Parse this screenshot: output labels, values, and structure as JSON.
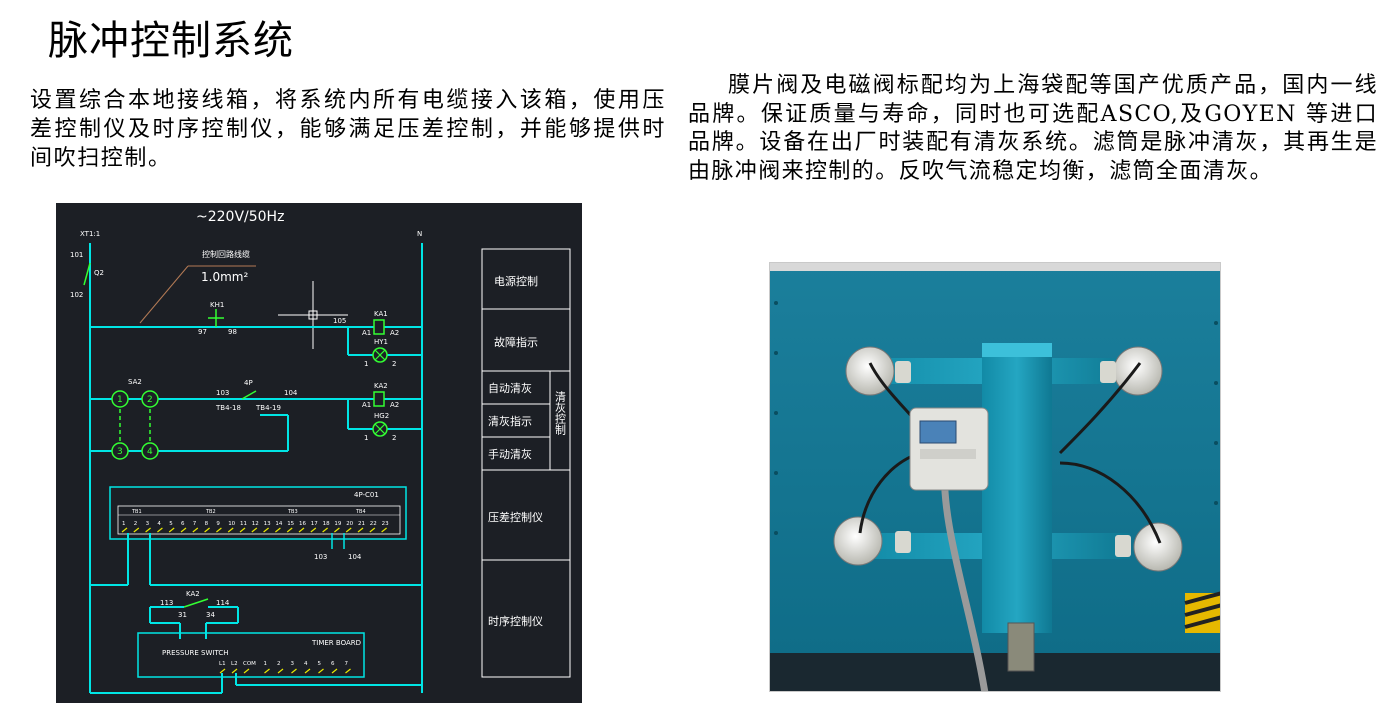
{
  "title": "脉冲控制系统",
  "left_paragraph": "设置综合本地接线箱，将系统内所有电缆接入该箱，使用压差控制仪及时序控制仪，能够满足压差控制，并能够提供时间吹扫控制。",
  "right_paragraph": "膜片阀及电磁阀标配均为上海袋配等国产优质产品，国内一线品牌。保证质量与寿命，同时也可选配ASCO,及GOYEN 等进口品牌。设备在出厂时装配有清灰系统。滤筒是脉冲清灰，其再生是由脉冲阀来控制的。反吹气流稳定均衡，滤筒全面清灰。",
  "diagram": {
    "supply": "~220V/50Hz",
    "xt": "XT1:1",
    "n": "N",
    "l101": "101",
    "l102": "102",
    "q2": "Q2",
    "cable_note": "控制回路线缆",
    "cable_size": "1.0mm²",
    "kh1": "KH1",
    "t97": "97",
    "t98": "98",
    "l105": "105",
    "ka1": "KA1",
    "a1": "A1",
    "a2": "A2",
    "hy1": "HY1",
    "one": "1",
    "two": "2",
    "sa2": "SA2",
    "sw1": "1",
    "sw2": "2",
    "sw3": "3",
    "sw4": "4",
    "l103": "103",
    "p4": "4P",
    "l104": "104",
    "tb418": "TB4-18",
    "tb419": "TB4-19",
    "ka2": "KA2",
    "hg2": "HG2",
    "dev4p": "4P-C01",
    "tb1": "TB1",
    "tb2": "TB2",
    "tb3": "TB3",
    "tb4": "TB4",
    "terminals": [
      "1",
      "2",
      "3",
      "4",
      "5",
      "6",
      "7",
      "8",
      "9",
      "10",
      "11",
      "12",
      "13",
      "14",
      "15",
      "16",
      "17",
      "18",
      "19",
      "20",
      "21",
      "22",
      "23"
    ],
    "b103": "103",
    "b104": "104",
    "l113": "113",
    "l114": "114",
    "t31": "31",
    "t34": "34",
    "timer_board": "TIMER BOARD",
    "pressure_switch": "PRESSURE SWITCH",
    "bottom_terminals": [
      "L1",
      "L2",
      "COM",
      "1",
      "2",
      "3",
      "4",
      "5",
      "6",
      "7"
    ],
    "legend": {
      "power": "电源控制",
      "fault": "故障指示",
      "auto": "自动清灰",
      "indicate": "清灰指示",
      "manual": "手动清灰",
      "group": "清灰控制",
      "dp": "压差控制仪",
      "timer": "时序控制仪"
    },
    "colors": {
      "background": "#1c1f25",
      "wire": "#00e5e5",
      "component": "#33ff33",
      "terminal": "#e8e800",
      "text": "#ffffff"
    }
  }
}
